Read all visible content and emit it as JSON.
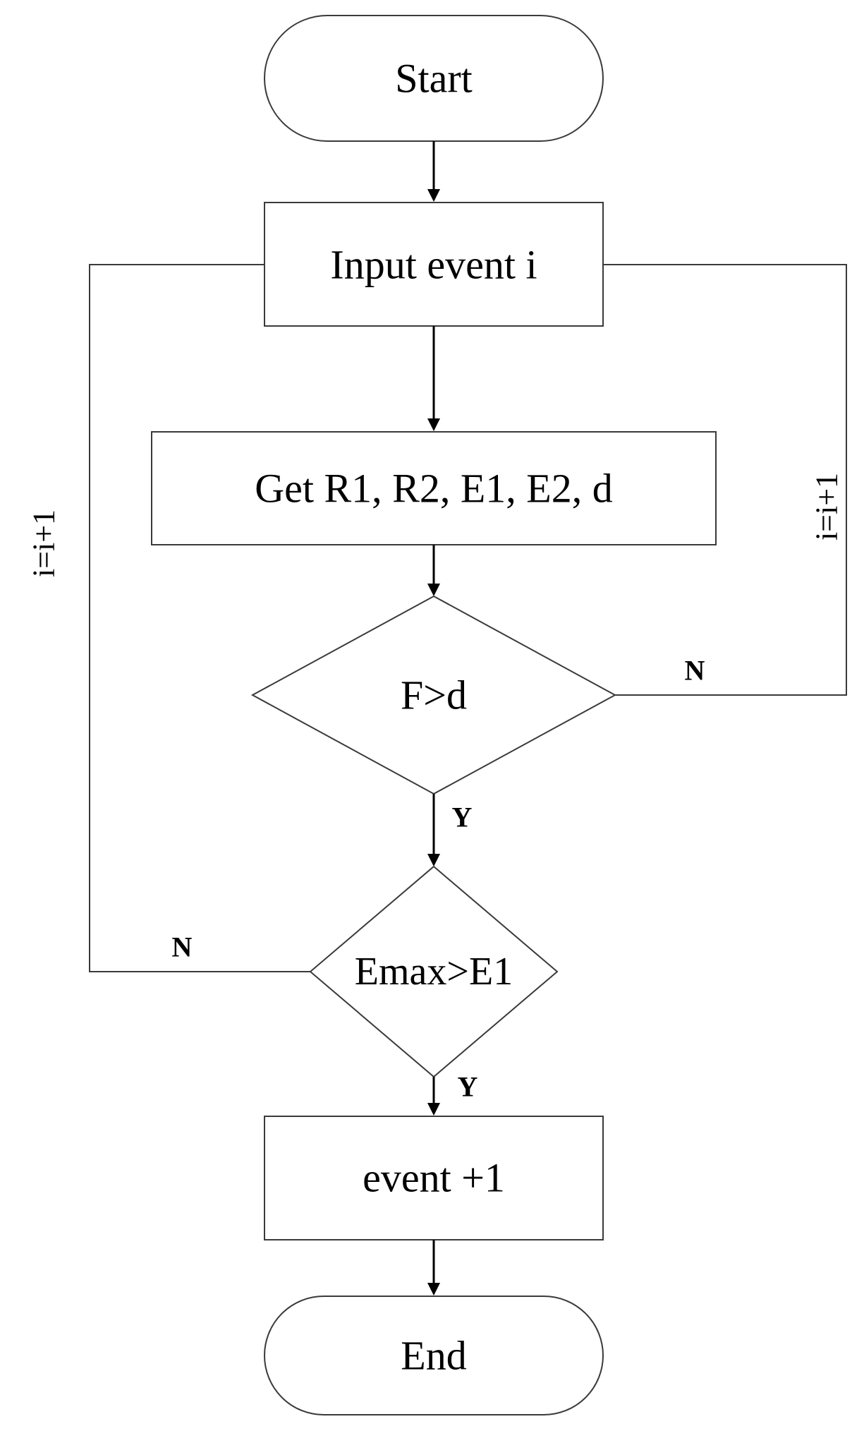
{
  "diagram": {
    "nodes": {
      "start": "Start",
      "input": "Input event i",
      "get": "Get R1, R2, E1, E2, d",
      "decision1": "F>d",
      "decision2": "Emax>E1",
      "increment": "event +1",
      "end": "End"
    },
    "labels": {
      "left_loop": "i=i+1",
      "right_loop": "i=i+1",
      "decision1_no": "N",
      "decision1_yes": "Y",
      "decision2_no": "N",
      "decision2_yes": "Y"
    }
  }
}
